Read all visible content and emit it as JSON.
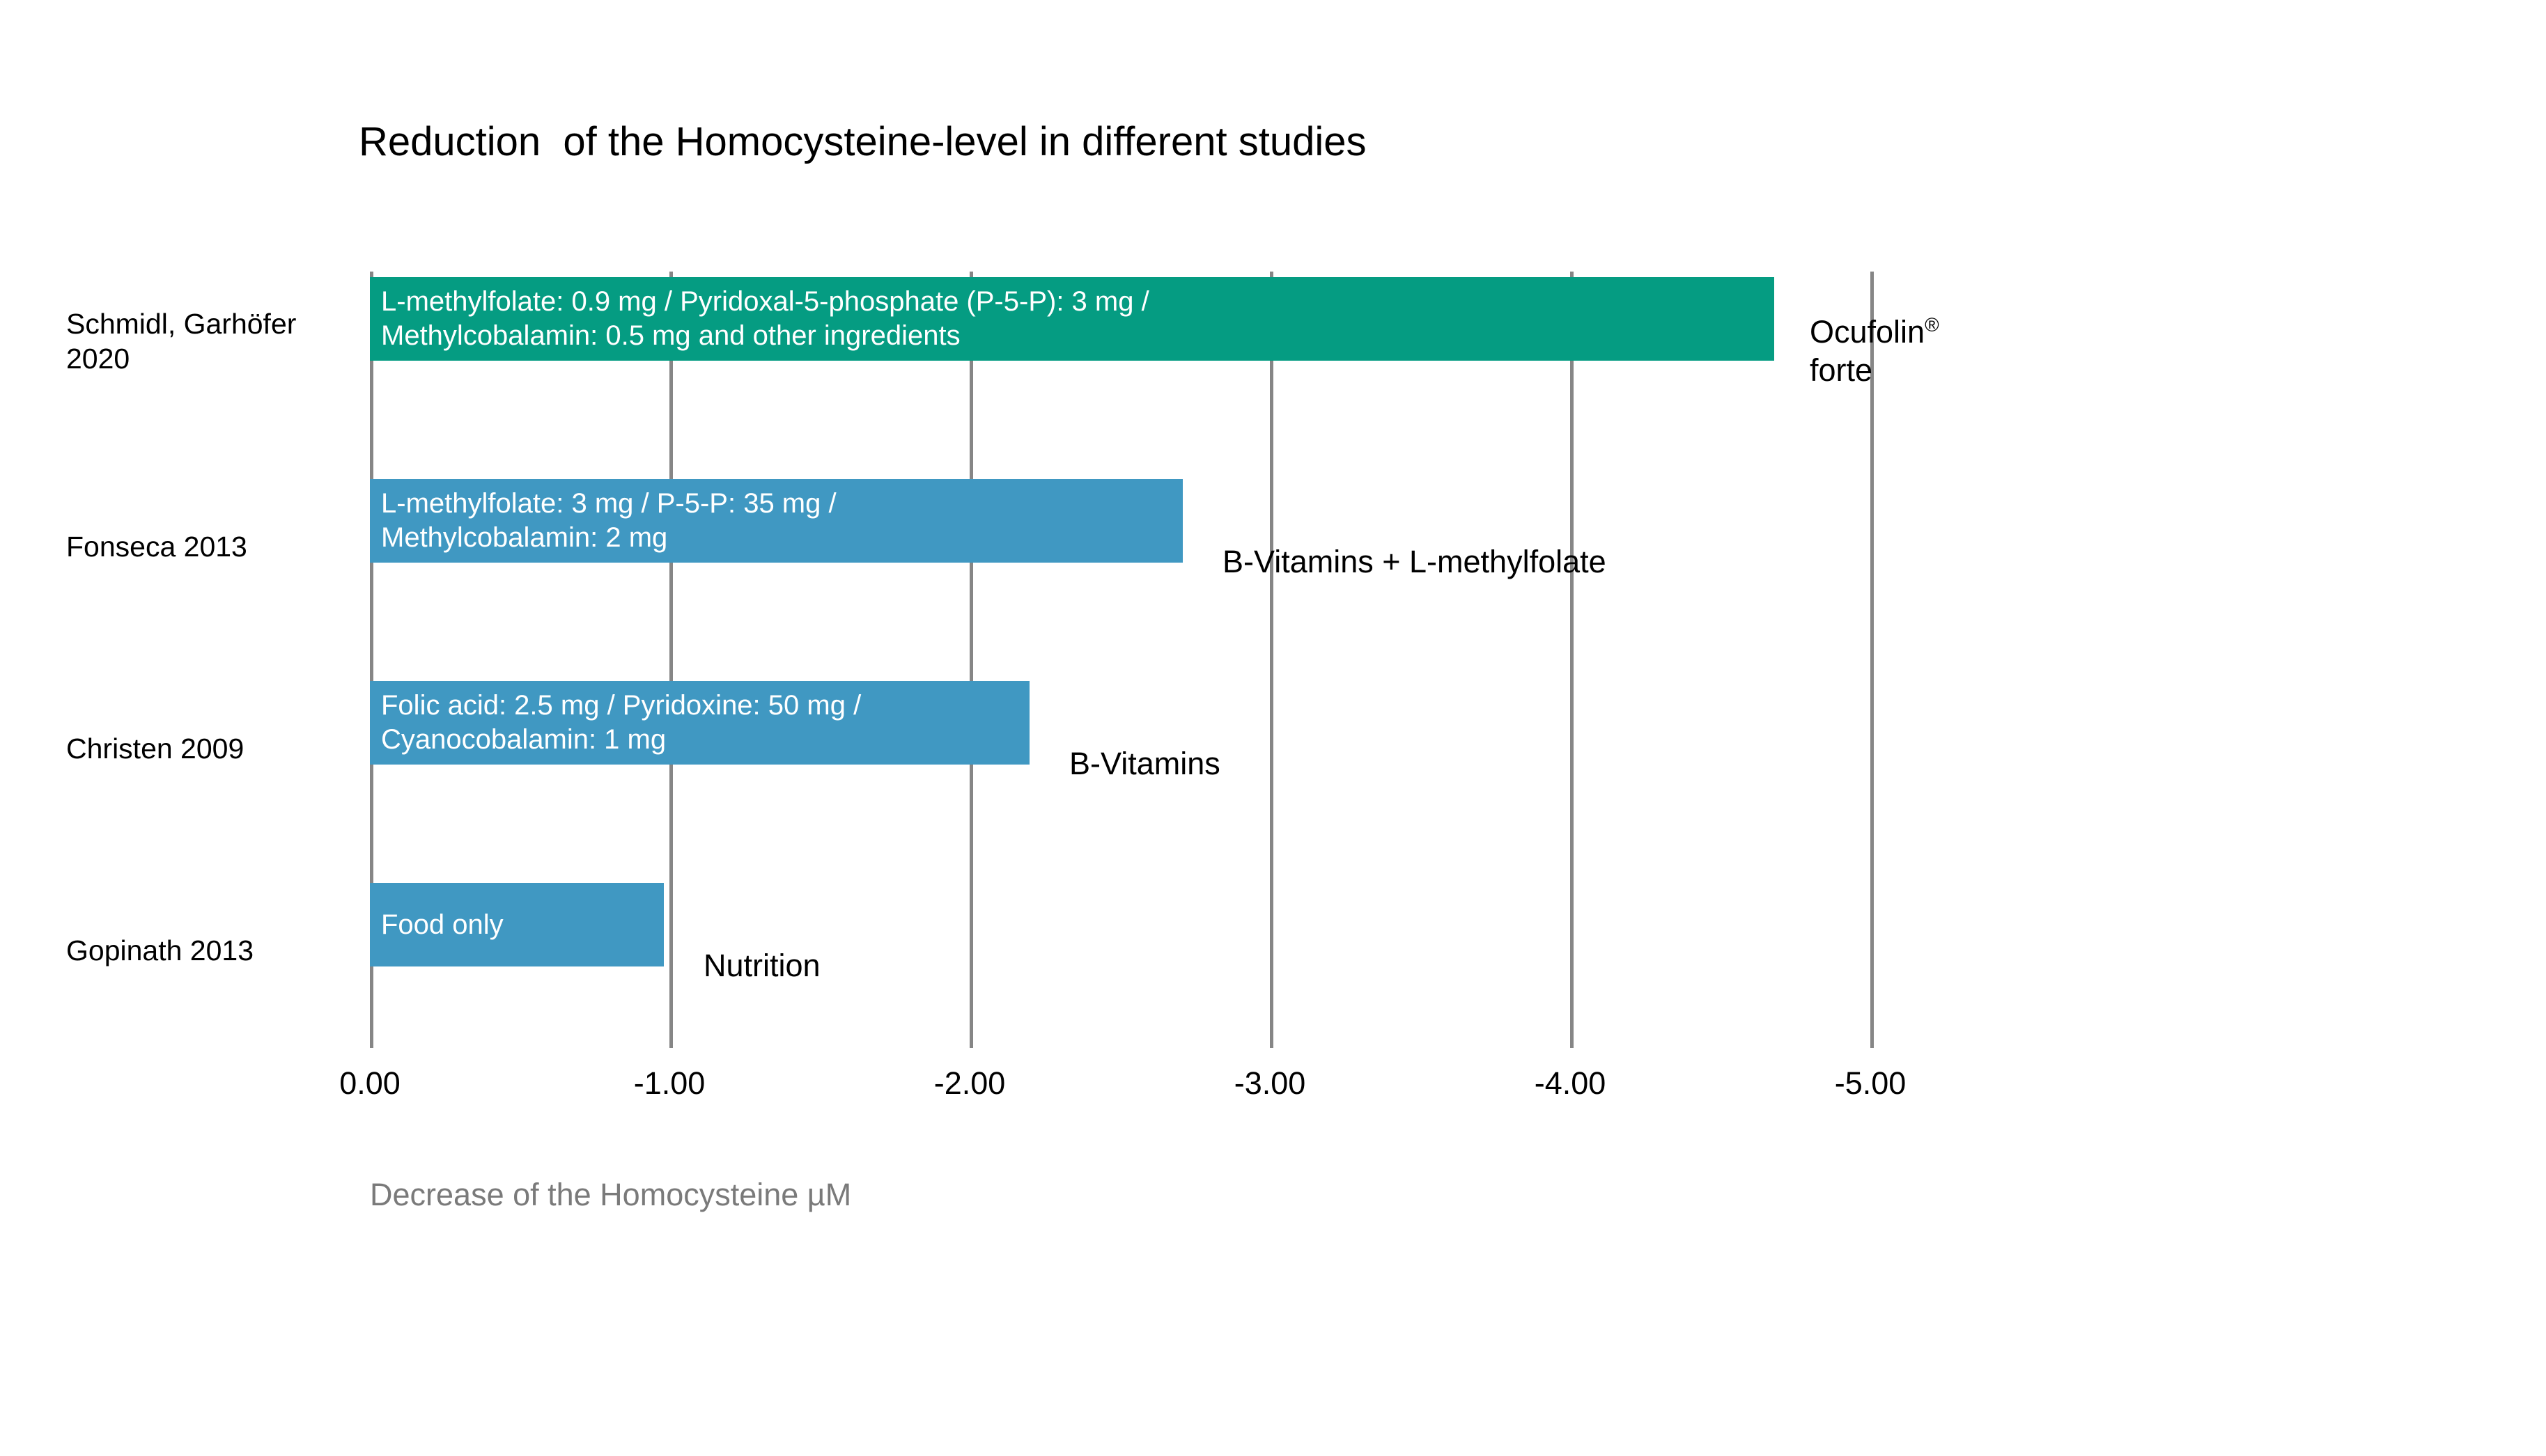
{
  "chart_data": {
    "type": "bar",
    "orientation": "horizontal",
    "title": "Reduction  of the Homocysteine-level in different studies",
    "xlabel": "Decrease of the Homocysteine µM",
    "ylabel": "",
    "xlim": [
      0.0,
      -5.0
    ],
    "xticks": [
      "0.00",
      "-1.00",
      "-2.00",
      "-3.00",
      "-4.00",
      "-5.00"
    ],
    "xtick_values": [
      0.0,
      -1.0,
      -2.0,
      -3.0,
      -4.0,
      -5.0
    ],
    "grid": true,
    "legend": "none",
    "categories": [
      "Schmidl, Garhöfer\n2020",
      "Fonseca 2013",
      "Christen 2009",
      "Gopinath 2013"
    ],
    "values": [
      -4.68,
      -2.71,
      -2.2,
      -0.98
    ],
    "bars": [
      {
        "study": "Schmidl, Garhöfer\n2020",
        "value": -4.68,
        "in_bar_text": "L-methylfolate: 0.9 mg / Pyridoxal-5-phosphate (P-5-P): 3 mg /\nMethylcobalamin: 0.5 mg and other ingredients",
        "annotation": "Ocufolin®\nforte",
        "annotation_has_registered_mark": true,
        "color": "#059c82"
      },
      {
        "study": "Fonseca 2013",
        "value": -2.71,
        "in_bar_text": "L-methylfolate: 3 mg / P-5-P: 35 mg /\nMethylcobalamin: 2 mg",
        "annotation": "B-Vitamins + L-methylfolate",
        "annotation_has_registered_mark": false,
        "color": "#4098c2"
      },
      {
        "study": "Christen 2009",
        "value": -2.2,
        "in_bar_text": "Folic acid: 2.5 mg / Pyridoxine: 50 mg /\nCyanocobalamin: 1 mg",
        "annotation": "B-Vitamins",
        "annotation_has_registered_mark": false,
        "color": "#4098c2"
      },
      {
        "study": "Gopinath 2013",
        "value": -0.98,
        "in_bar_text": "Food only",
        "annotation": "Nutrition",
        "annotation_has_registered_mark": false,
        "color": "#4098c2"
      }
    ],
    "colors": {
      "highlight_bar": "#059c82",
      "standard_bar": "#4098c2",
      "gridline": "#868686",
      "title_text": "#000000",
      "axis_caption_text": "#7a7a7a",
      "bar_text": "#ffffff",
      "background": "#ffffff"
    }
  }
}
